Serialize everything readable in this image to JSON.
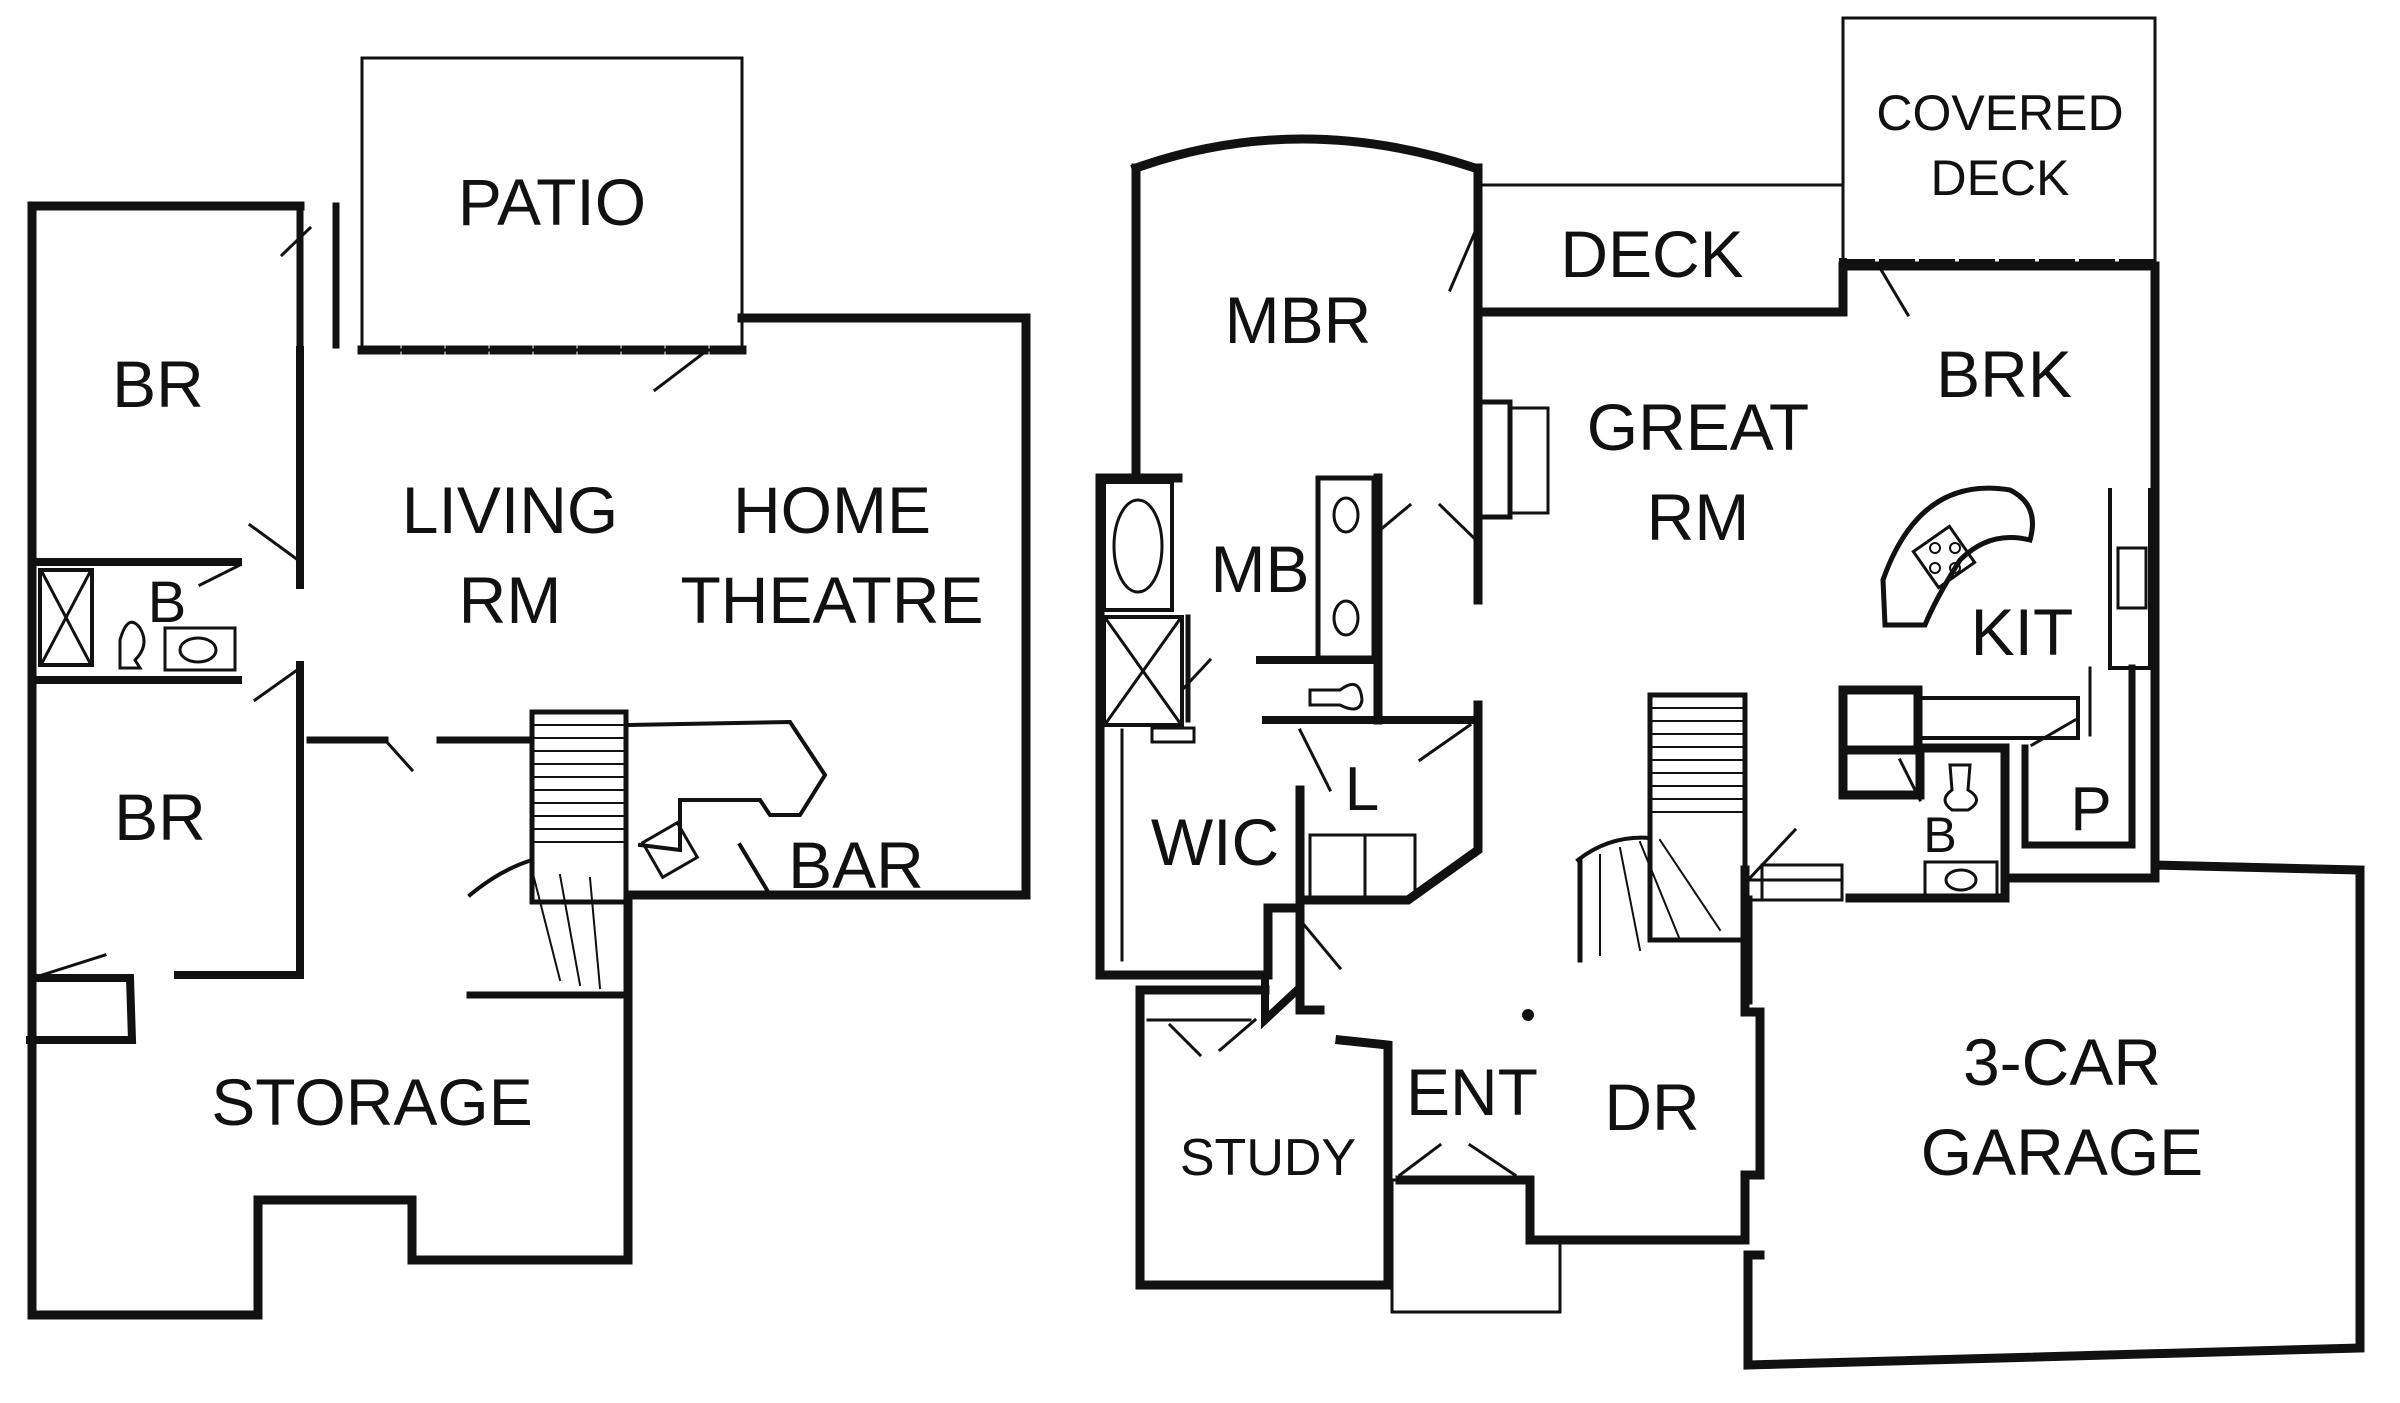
{
  "lower_level": {
    "rooms": {
      "patio": "PATIO",
      "br_top": "BR",
      "living": [
        "LIVING",
        "RM"
      ],
      "theatre": [
        "HOME",
        "THEATRE"
      ],
      "bath": "B",
      "br_bottom": "BR",
      "bar": "BAR",
      "storage": "STORAGE"
    }
  },
  "main_level": {
    "rooms": {
      "covered_deck": [
        "COVERED",
        "DECK"
      ],
      "deck": "DECK",
      "mbr": "MBR",
      "brk": "BRK",
      "great_rm": [
        "GREAT",
        "RM"
      ],
      "mb": "MB",
      "kit": "KIT",
      "wic": "WIC",
      "laundry": "L",
      "pantry": "P",
      "bath": "B",
      "ent": "ENT",
      "dr": "DR",
      "study": "STUDY",
      "garage": [
        "3-CAR",
        "GARAGE"
      ]
    }
  }
}
